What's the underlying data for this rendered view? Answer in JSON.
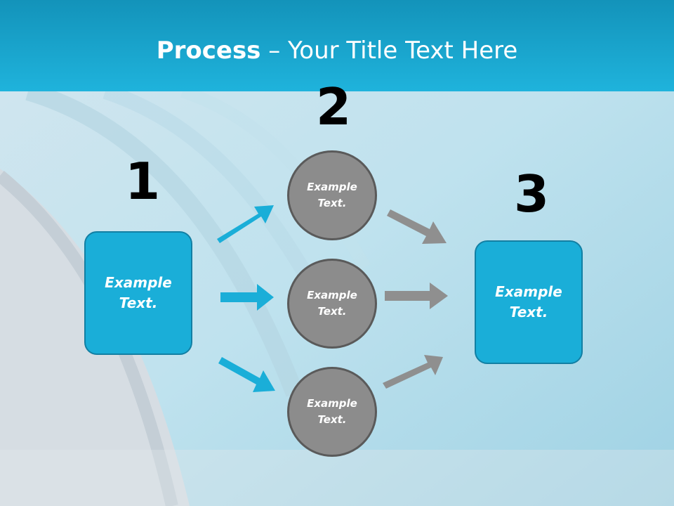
{
  "title": {
    "bold": "Process",
    "rest": " – Your Title Text Here"
  },
  "steps": {
    "one": "1",
    "two": "2",
    "three": "3"
  },
  "left_box": {
    "text": "Example\nText."
  },
  "right_box": {
    "text": "Example\nText."
  },
  "circles": [
    {
      "text": "Example\nText."
    },
    {
      "text": "Example\nText."
    },
    {
      "text": "Example\nText."
    }
  ],
  "colors": {
    "accent": "#1aaed8",
    "circle": "#8c8c8c",
    "arrow_blue": "#1aaed8",
    "arrow_gray": "#8f8f8f"
  }
}
